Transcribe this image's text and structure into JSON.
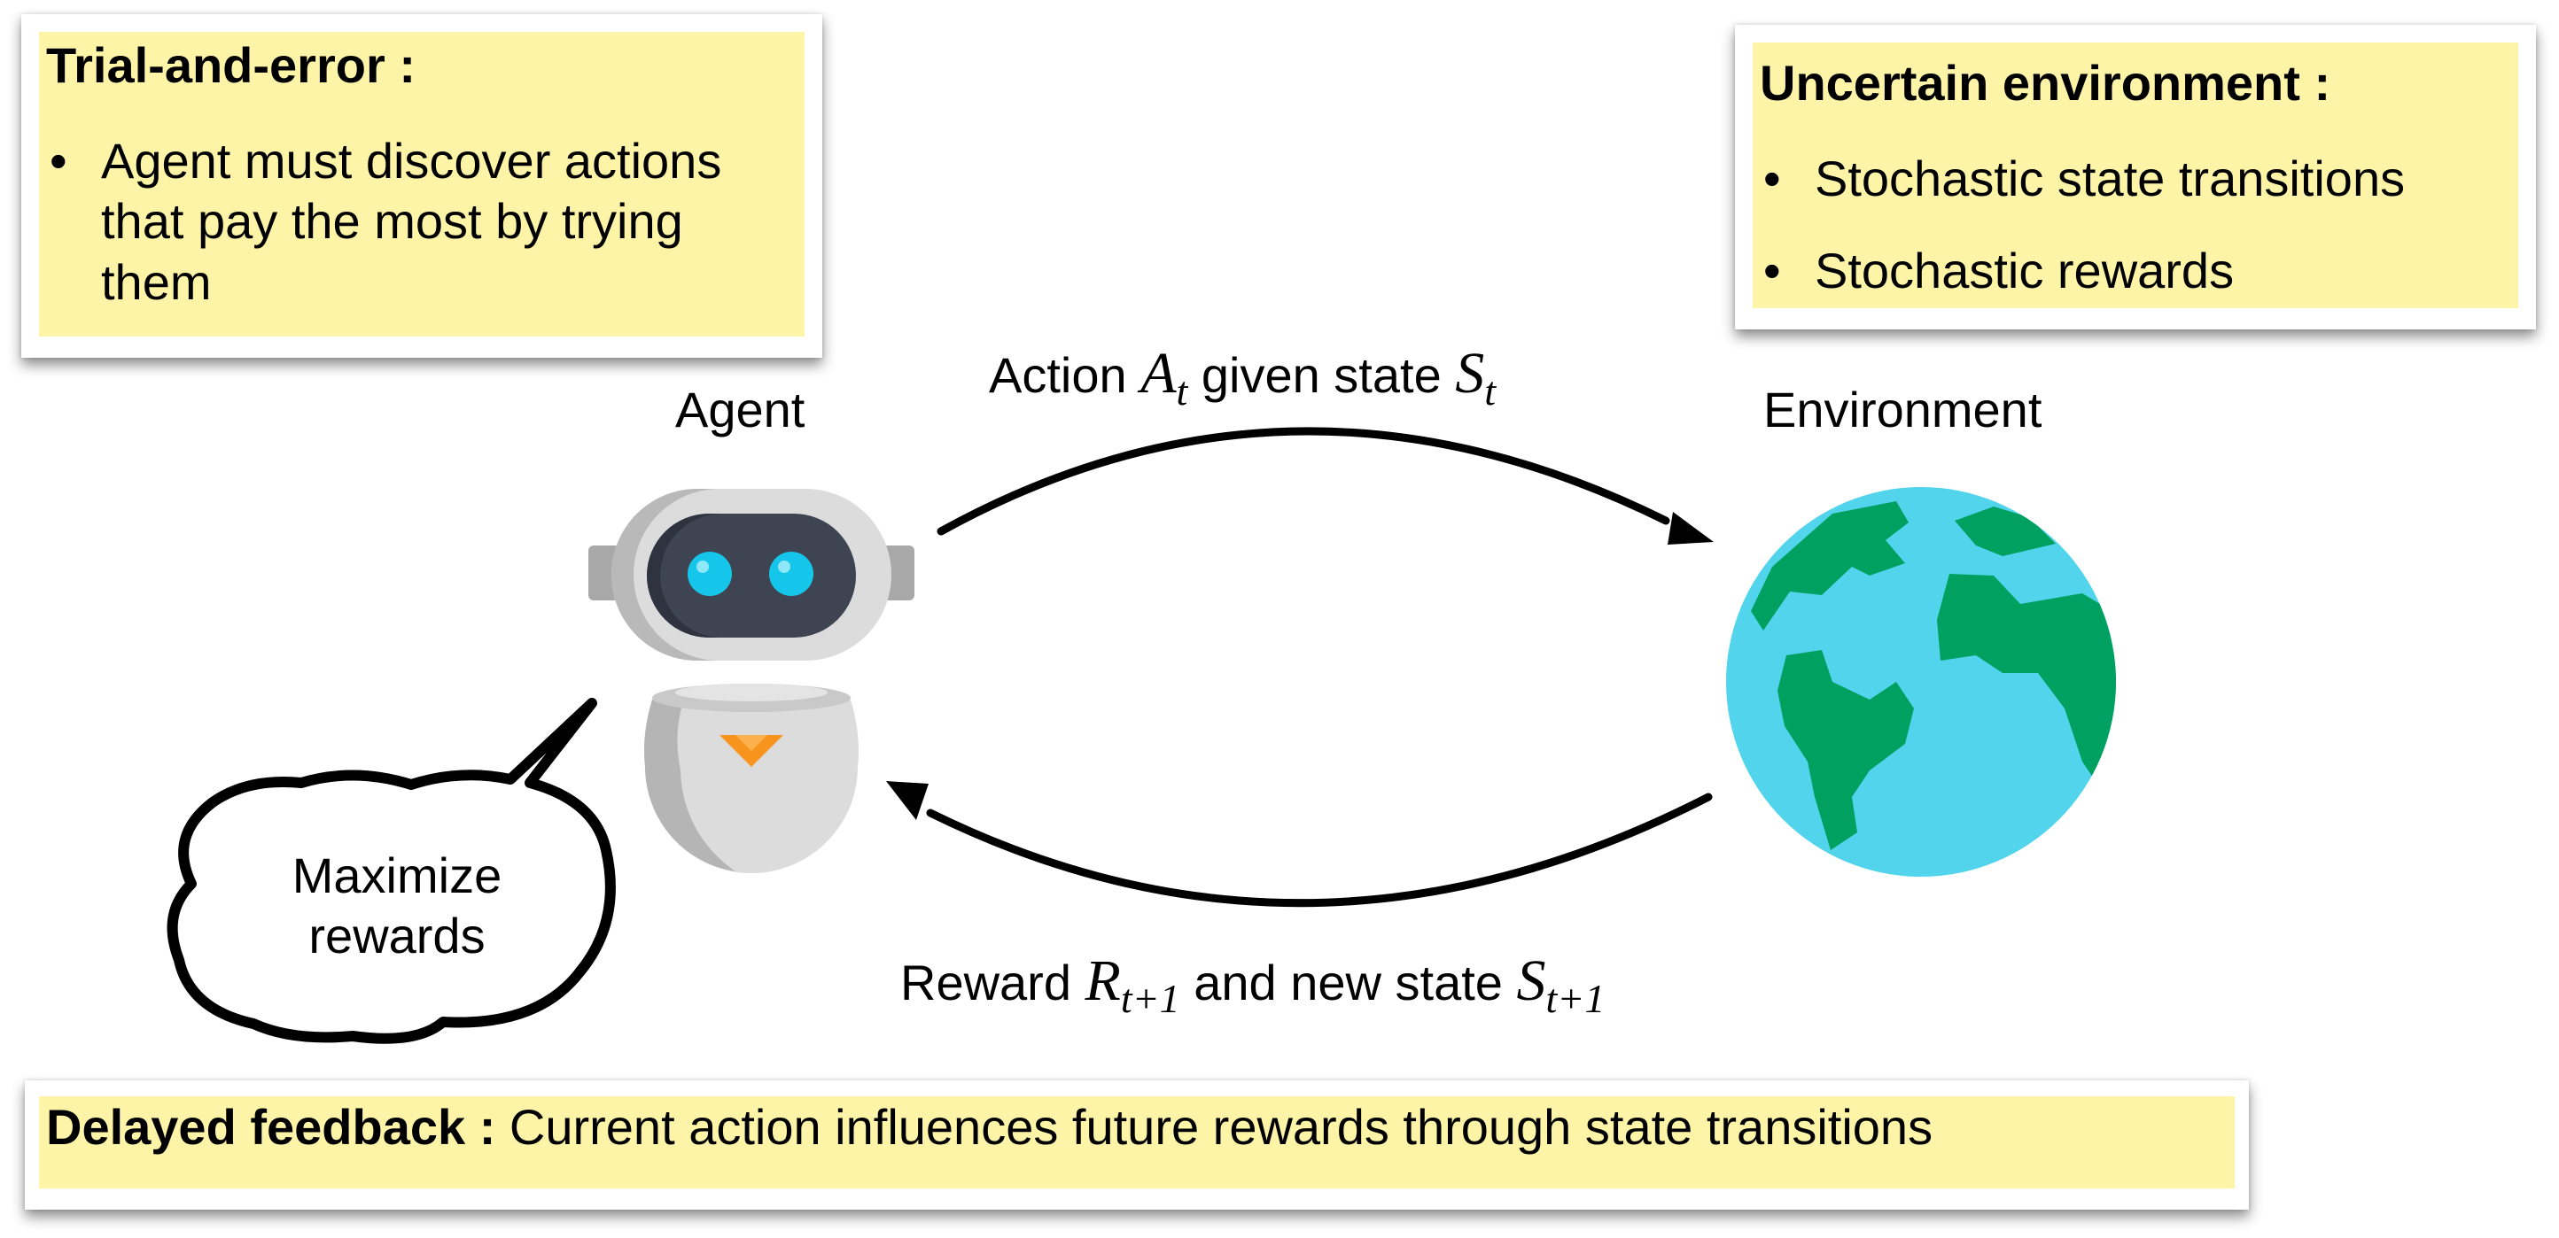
{
  "trial_error": {
    "title": "Trial-and-error :",
    "bullet": "•",
    "items": [
      "Agent must discover actions that pay the most by trying them"
    ]
  },
  "uncertain": {
    "title": "Uncertain environment :",
    "bullet": "•",
    "items": [
      "Stochastic state transitions",
      "Stochastic rewards"
    ]
  },
  "delayed": {
    "title": "Delayed feedback :",
    "text": " Current action influences future rewards through state transitions"
  },
  "agent": {
    "label": "Agent",
    "icon": "robot-icon"
  },
  "environment": {
    "label": "Environment",
    "icon": "globe-icon"
  },
  "action_arrow": {
    "prefix": "Action ",
    "var1": "A",
    "sub1": "t",
    "middle": " given state ",
    "var2": "S",
    "sub2": "t"
  },
  "reward_arrow": {
    "prefix": "Reward ",
    "var1": "R",
    "sub1": "t+1",
    "middle": " and new state ",
    "var2": "S",
    "sub2": "t+1"
  },
  "thought": {
    "line1": "Maximize",
    "line2": "rewards"
  },
  "colors": {
    "highlight": "#fdf4a8",
    "globe_ocean": "#52d4ec",
    "globe_land": "#00a160",
    "robot_eye": "#16c6ea",
    "robot_visor": "#3f4452",
    "robot_body": "#dcdcdc",
    "robot_accent": "#f7941d"
  }
}
